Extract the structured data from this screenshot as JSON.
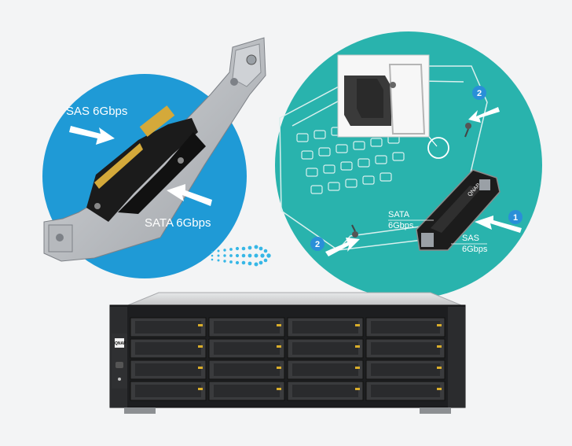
{
  "left_panel": {
    "label_sas": "SAS 6Gbps",
    "label_sata": "SATA 6Gbps"
  },
  "right_panel": {
    "label_sata_line1": "SATA",
    "label_sata_line2": "6Gbps",
    "label_sas_line1": "SAS",
    "label_sas_line2": "6Gbps",
    "badge_step1": "1",
    "badge_step2_top": "2",
    "badge_step2_bottom": "2",
    "adapter_brand": "QNAP"
  },
  "enclosure": {
    "brand": "QNAP",
    "bays_per_row": 4,
    "rows": 4
  },
  "colors": {
    "left_circle": "#1f9ad6",
    "right_circle": "#29b3ad",
    "step_badge": "#2a8fd8",
    "arrow_dots": "#36b7e6"
  }
}
